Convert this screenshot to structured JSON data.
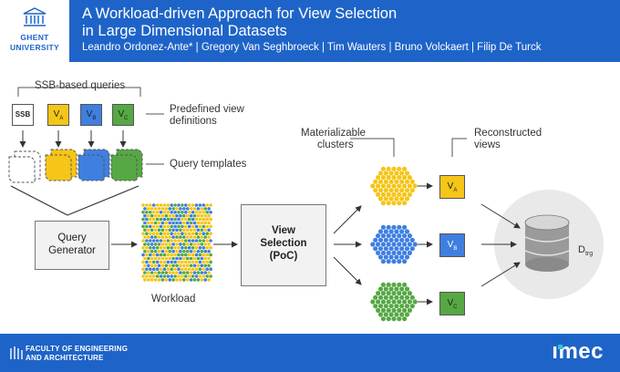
{
  "header": {
    "university_line1": "GHENT",
    "university_line2": "UNIVERSITY",
    "title_line1": "A Workload-driven Approach for View Selection",
    "title_line2": "in Large Dimensional Datasets",
    "authors": "Leandro Ordonez-Ante* | Gregory Van Seghbroeck | Tim Wauters | Bruno Volckaert | Filip De Turck"
  },
  "diagram": {
    "ssb_queries_label": "SSB-based queries",
    "ssb_box": "SSB",
    "views": [
      {
        "letter": "V",
        "sub": "A",
        "color": "#f5c518"
      },
      {
        "letter": "V",
        "sub": "B",
        "color": "#3f7fe0"
      },
      {
        "letter": "V",
        "sub": "C",
        "color": "#56a844"
      }
    ],
    "predefined_line1": "Predefined view",
    "predefined_line2": "definitions",
    "templates_label": "Query templates",
    "query_generator_line1": "Query",
    "query_generator_line2": "Generator",
    "workload_label": "Workload",
    "view_selection_line1": "View",
    "view_selection_line2": "Selection",
    "view_selection_line3": "(PoC)",
    "materializable_line1": "Materializable",
    "materializable_line2": "clusters",
    "reconstructed_line1": "Reconstructed",
    "reconstructed_line2": "views",
    "dtrg": "D",
    "dtrg_sub": "trg"
  },
  "footer": {
    "faculty_line1": "FACULTY OF ENGINEERING",
    "faculty_line2": "AND ARCHITECTURE",
    "imec": "ımec"
  }
}
